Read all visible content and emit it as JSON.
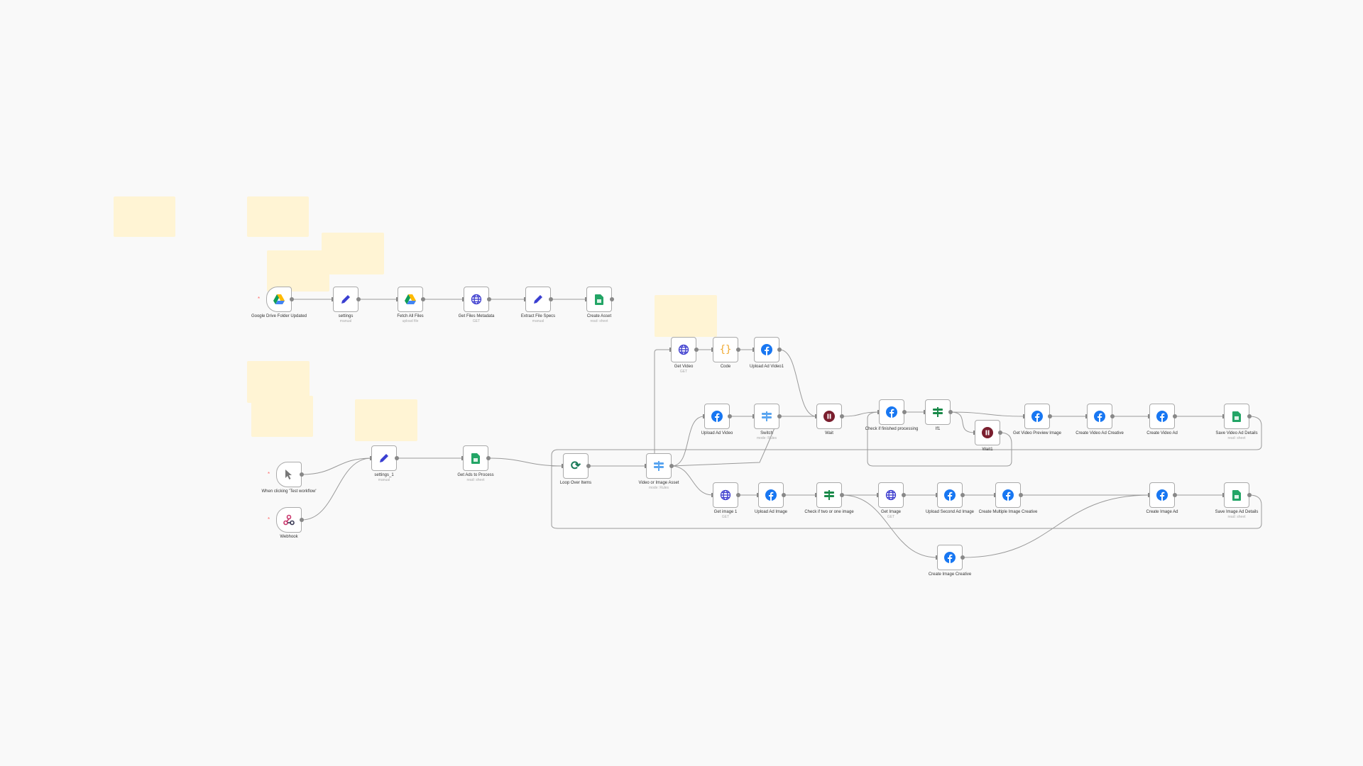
{
  "canvas": {
    "accent": "#ff6d5a",
    "sticky_color": "#fff4d4",
    "sticky_count": 8
  },
  "nodes": [
    {
      "id": "gdrive",
      "label": "Google Drive Folder Updated",
      "sub": "",
      "icon": "google-drive-icon",
      "trigger": true
    },
    {
      "id": "settings",
      "label": "settings",
      "sub": "manual",
      "icon": "pencil-icon"
    },
    {
      "id": "fetch",
      "label": "Fetch All Files",
      "sub": "upload file",
      "icon": "google-drive-icon"
    },
    {
      "id": "getmeta",
      "label": "Get Files Metadata",
      "sub": "GET",
      "icon": "globe-icon"
    },
    {
      "id": "extract",
      "label": "Extract File Specs",
      "sub": "manual",
      "icon": "pencil-icon"
    },
    {
      "id": "createasset",
      "label": "Create Asset",
      "sub": "read: sheet",
      "icon": "sheets-icon"
    },
    {
      "id": "manual",
      "label": "When clicking 'Test workflow'",
      "sub": "",
      "icon": "cursor-icon",
      "trigger": true
    },
    {
      "id": "webhook",
      "label": "Webhook",
      "sub": "",
      "icon": "webhook-icon",
      "trigger": true
    },
    {
      "id": "settings1",
      "label": "settings_1",
      "sub": "manual",
      "icon": "pencil-icon"
    },
    {
      "id": "getads",
      "label": "Get Ads to Process",
      "sub": "read: sheet",
      "icon": "sheets-icon"
    },
    {
      "id": "loop",
      "label": "Loop Over Items",
      "sub": "",
      "icon": "loop-icon"
    },
    {
      "id": "vioa",
      "label": "Video or Image Asset",
      "sub": "mode: Rules",
      "icon": "switch-icon"
    },
    {
      "id": "getvideo",
      "label": "Get Video",
      "sub": "GET",
      "icon": "globe-icon"
    },
    {
      "id": "code",
      "label": "Code",
      "sub": "",
      "icon": "code-icon"
    },
    {
      "id": "upload1",
      "label": "Upload Ad Video1",
      "sub": "",
      "icon": "facebook-icon"
    },
    {
      "id": "uploadvideo",
      "label": "Upload Ad Video",
      "sub": "",
      "icon": "facebook-icon"
    },
    {
      "id": "switch",
      "label": "Switch",
      "sub": "mode: Rules",
      "icon": "switch-icon"
    },
    {
      "id": "wait",
      "label": "Wait",
      "sub": "",
      "icon": "pause-icon"
    },
    {
      "id": "check",
      "label": "Check if finished processing",
      "sub": "",
      "icon": "facebook-icon"
    },
    {
      "id": "if1",
      "label": "If1",
      "sub": "",
      "icon": "if-icon"
    },
    {
      "id": "wait1",
      "label": "Wait1",
      "sub": "",
      "icon": "pause-icon"
    },
    {
      "id": "gvp",
      "label": "Get Video Preview Image",
      "sub": "",
      "icon": "facebook-icon"
    },
    {
      "id": "cvac",
      "label": "Create Video Ad Creative",
      "sub": "",
      "icon": "facebook-icon"
    },
    {
      "id": "cva",
      "label": "Create Video Ad",
      "sub": "",
      "icon": "facebook-icon"
    },
    {
      "id": "savevideo",
      "label": "Save Video Ad Details",
      "sub": "read: sheet",
      "icon": "sheets-icon"
    },
    {
      "id": "getimage1",
      "label": "Get image 1",
      "sub": "GET",
      "icon": "globe-icon"
    },
    {
      "id": "uploadimg",
      "label": "Upload Ad Image",
      "sub": "",
      "icon": "facebook-icon"
    },
    {
      "id": "check2",
      "label": "Check if two or one image",
      "sub": "",
      "icon": "if-icon"
    },
    {
      "id": "getimage",
      "label": "Get Image",
      "sub": "GET",
      "icon": "globe-icon"
    },
    {
      "id": "upload2",
      "label": "Upload Second Ad Image",
      "sub": "",
      "icon": "facebook-icon"
    },
    {
      "id": "createmulti",
      "label": "Create Multiple Image Creative",
      "sub": "",
      "icon": "facebook-icon"
    },
    {
      "id": "createimgad",
      "label": "Create Image Ad",
      "sub": "",
      "icon": "facebook-icon"
    },
    {
      "id": "saveimg",
      "label": "Save Image Ad Details",
      "sub": "read: sheet",
      "icon": "sheets-icon"
    },
    {
      "id": "creative",
      "label": "Create Image Creative",
      "sub": "",
      "icon": "facebook-icon"
    }
  ],
  "connections": [
    [
      "gdrive",
      "settings"
    ],
    [
      "settings",
      "fetch"
    ],
    [
      "fetch",
      "getmeta"
    ],
    [
      "getmeta",
      "extract"
    ],
    [
      "extract",
      "createasset"
    ],
    [
      "manual",
      "settings1"
    ],
    [
      "webhook",
      "settings1"
    ],
    [
      "settings1",
      "getads"
    ],
    [
      "getads",
      "loop"
    ],
    [
      "loop",
      "vioa"
    ],
    [
      "vioa",
      "uploadvideo"
    ],
    [
      "vioa",
      "getvideo"
    ],
    [
      "vioa",
      "getimage1"
    ],
    [
      "getvideo",
      "code"
    ],
    [
      "code",
      "upload1"
    ],
    [
      "upload1",
      "wait"
    ],
    [
      "uploadvideo",
      "switch"
    ],
    [
      "switch",
      "wait"
    ],
    [
      "wait",
      "check"
    ],
    [
      "check",
      "if1"
    ],
    [
      "if1",
      "gvp"
    ],
    [
      "if1",
      "wait1"
    ],
    [
      "gvp",
      "cvac"
    ],
    [
      "cvac",
      "cva"
    ],
    [
      "cva",
      "savevideo"
    ],
    [
      "getimage1",
      "uploadimg"
    ],
    [
      "uploadimg",
      "check2"
    ],
    [
      "check2",
      "getimage"
    ],
    [
      "check2",
      "creative"
    ],
    [
      "getimage",
      "upload2"
    ],
    [
      "upload2",
      "createmulti"
    ],
    [
      "createmulti",
      "createimgad"
    ],
    [
      "creative",
      "createimgad"
    ],
    [
      "createimgad",
      "saveimg"
    ]
  ]
}
